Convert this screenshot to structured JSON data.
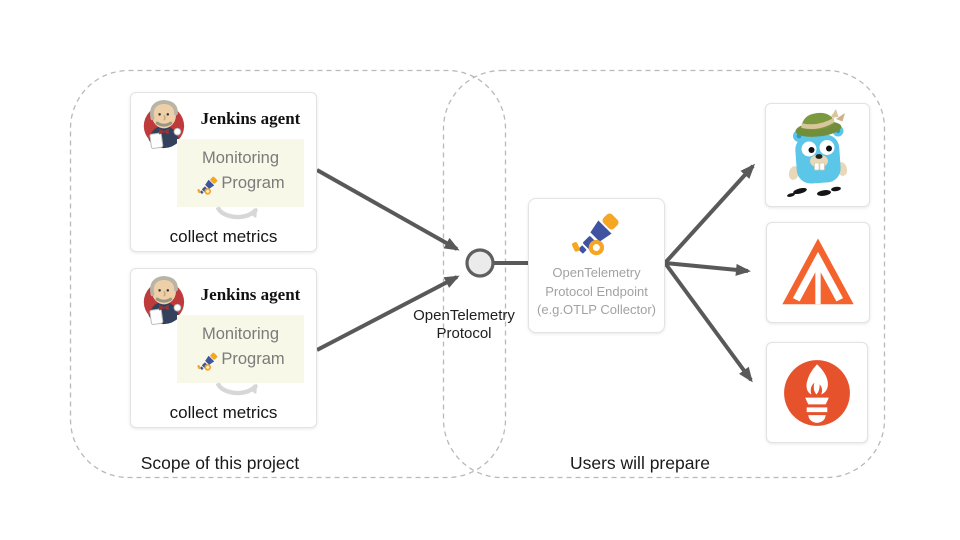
{
  "diagram": {
    "groups": {
      "scope": {
        "label": "Scope of this project"
      },
      "users": {
        "label": "Users will prepare"
      }
    },
    "agents": [
      {
        "title": "Jenkins agent",
        "program": {
          "line1": "Monitoring",
          "line2": "Program"
        },
        "caption": "collect metrics"
      },
      {
        "title": "Jenkins agent",
        "program": {
          "line1": "Monitoring",
          "line2": "Program"
        },
        "caption": "collect metrics"
      }
    ],
    "protocol_label": {
      "line1": "OpenTelemetry",
      "line2": "Protocol"
    },
    "endpoint": {
      "line1": "OpenTelemetry",
      "line2": "Protocol Endpoint",
      "line3": "(e.g.OTLP Collector)"
    },
    "backends": [
      {
        "icon": "jaeger-gopher-logo"
      },
      {
        "icon": "zipkin-pyramid-logo"
      },
      {
        "icon": "prometheus-flame-logo"
      }
    ],
    "icons": {
      "agent_avatar": "jenkins-butler-icon",
      "telescope": "opentelemetry-telescope-icon",
      "loop": "loop-arrow-icon",
      "node": "otlp-junction-node"
    },
    "colors": {
      "arrow": "#595959",
      "dashed_border": "#b9b9b9",
      "program_box_bg": "#f8f8e8",
      "program_text": "#7b7b7b",
      "endpoint_text": "#a2a2a2",
      "otel_blue": "#4053a3",
      "otel_orange": "#f5a623",
      "pyramid_orange": "#f4632d",
      "prometheus_orange": "#e6522c",
      "gopher_blue": "#5bc6e8",
      "hat_green": "#75943f",
      "jenkins_red": "#bf3a3a"
    }
  }
}
